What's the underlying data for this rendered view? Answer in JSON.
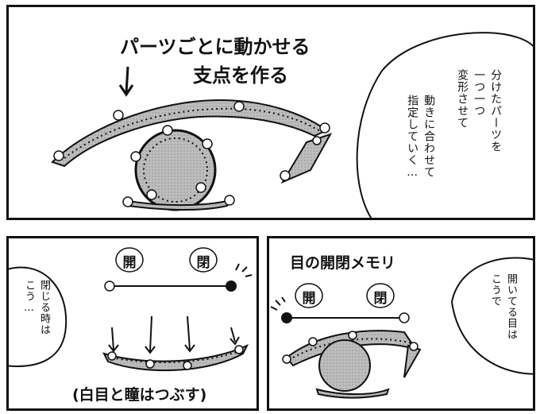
{
  "top_panel": {
    "caption_line1": "パーツごとに動かせる",
    "caption_line2": "支点を作る",
    "bubble_col1": "分けたパーツを",
    "bubble_col2": "一つ一つ",
    "bubble_col3": "変形させて",
    "bubble_col4": "動きに合わせて",
    "bubble_col5": "指定していく…"
  },
  "bottom_left_panel": {
    "bubble_col1": "閉じる時は",
    "bubble_col2": "こう…",
    "label_open": "開",
    "label_closed": "閉",
    "caption": "(白目と瞳はつぶす)"
  },
  "bottom_right_panel": {
    "title": "目の開閉メモリ",
    "label_open": "開",
    "label_closed": "閉",
    "bubble_col1": "開いてる目は",
    "bubble_col2": "こうで"
  }
}
